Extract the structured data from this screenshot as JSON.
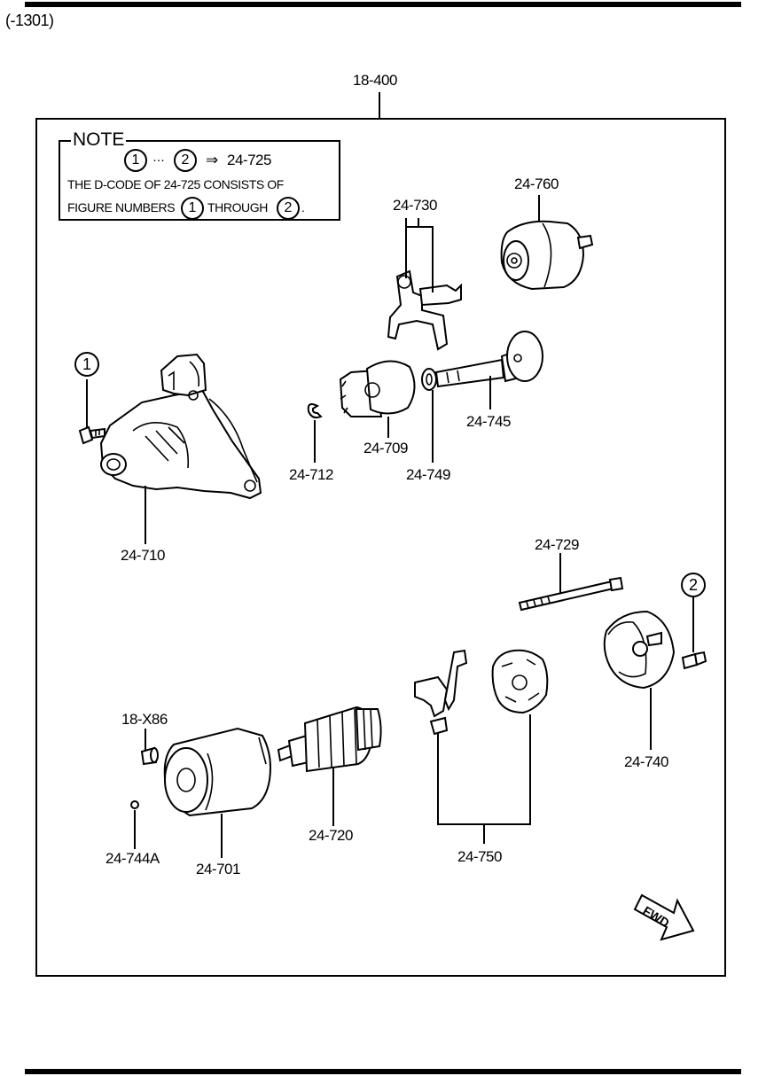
{
  "header": {
    "range": "(-1301)"
  },
  "assembly": {
    "number": "18-400"
  },
  "note": {
    "title": "NOTE",
    "circle_1": "1",
    "ellipsis": "···",
    "circle_2": "2",
    "arrow": "⇒",
    "code": "24-725",
    "line2": "THE D-CODE OF   24-725 CONSISTS OF",
    "line3_pre": "FIGURE NUMBERS",
    "line3_mid": "THROUGH",
    "line3_end": "."
  },
  "callouts": {
    "one": "1",
    "two": "2"
  },
  "parts": {
    "p24_760": "24-760",
    "p24_730": "24-730",
    "p24_745": "24-745",
    "p24_709": "24-709",
    "p24_749": "24-749",
    "p24_712": "24-712",
    "p24_710": "24-710",
    "p24_729": "24-729",
    "p24_740": "24-740",
    "p18_x86": "18-X86",
    "p24_744a": "24-744A",
    "p24_701": "24-701",
    "p24_720": "24-720",
    "p24_750": "24-750"
  },
  "fwd": {
    "label": "FWD"
  }
}
